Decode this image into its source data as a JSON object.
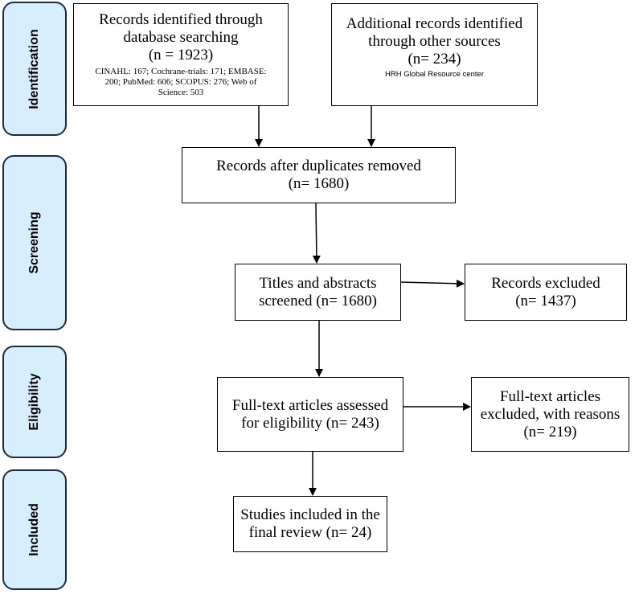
{
  "stages": {
    "identification": "Identification",
    "screening": "Screening",
    "eligibility": "Eligibility",
    "included": "Included"
  },
  "boxes": {
    "database_search": {
      "line1": "Records identified through",
      "line2": "database searching",
      "count": "(n = 1923)",
      "detail1": "CINAHL: 167; Cochrane-trials: 171; EMBASE:",
      "detail2": "200; PubMed: 606; SCOPUS: 276; Web of",
      "detail3": "Science: 503"
    },
    "other_sources": {
      "line1": "Additional records identified",
      "line2": "through other sources",
      "count": "(n= 234)",
      "detail": "HRH Global Resource center"
    },
    "duplicates_removed": {
      "line1": "Records after duplicates removed",
      "line2": "(n= 1680)"
    },
    "screened": {
      "line1": "Titles and abstracts",
      "line2": "screened (n= 1680)"
    },
    "excluded": {
      "line1": "Records excluded",
      "line2": "(n= 1437)"
    },
    "full_text_assessed": {
      "line1": "Full-text articles assessed",
      "line2": "for eligibility (n= 243)"
    },
    "full_text_excluded": {
      "line1": "Full-text articles",
      "line2": "excluded, with reasons",
      "line3": "(n= 219)"
    },
    "included": {
      "line1": "Studies included in the",
      "line2": "final review (n= 24)"
    }
  }
}
